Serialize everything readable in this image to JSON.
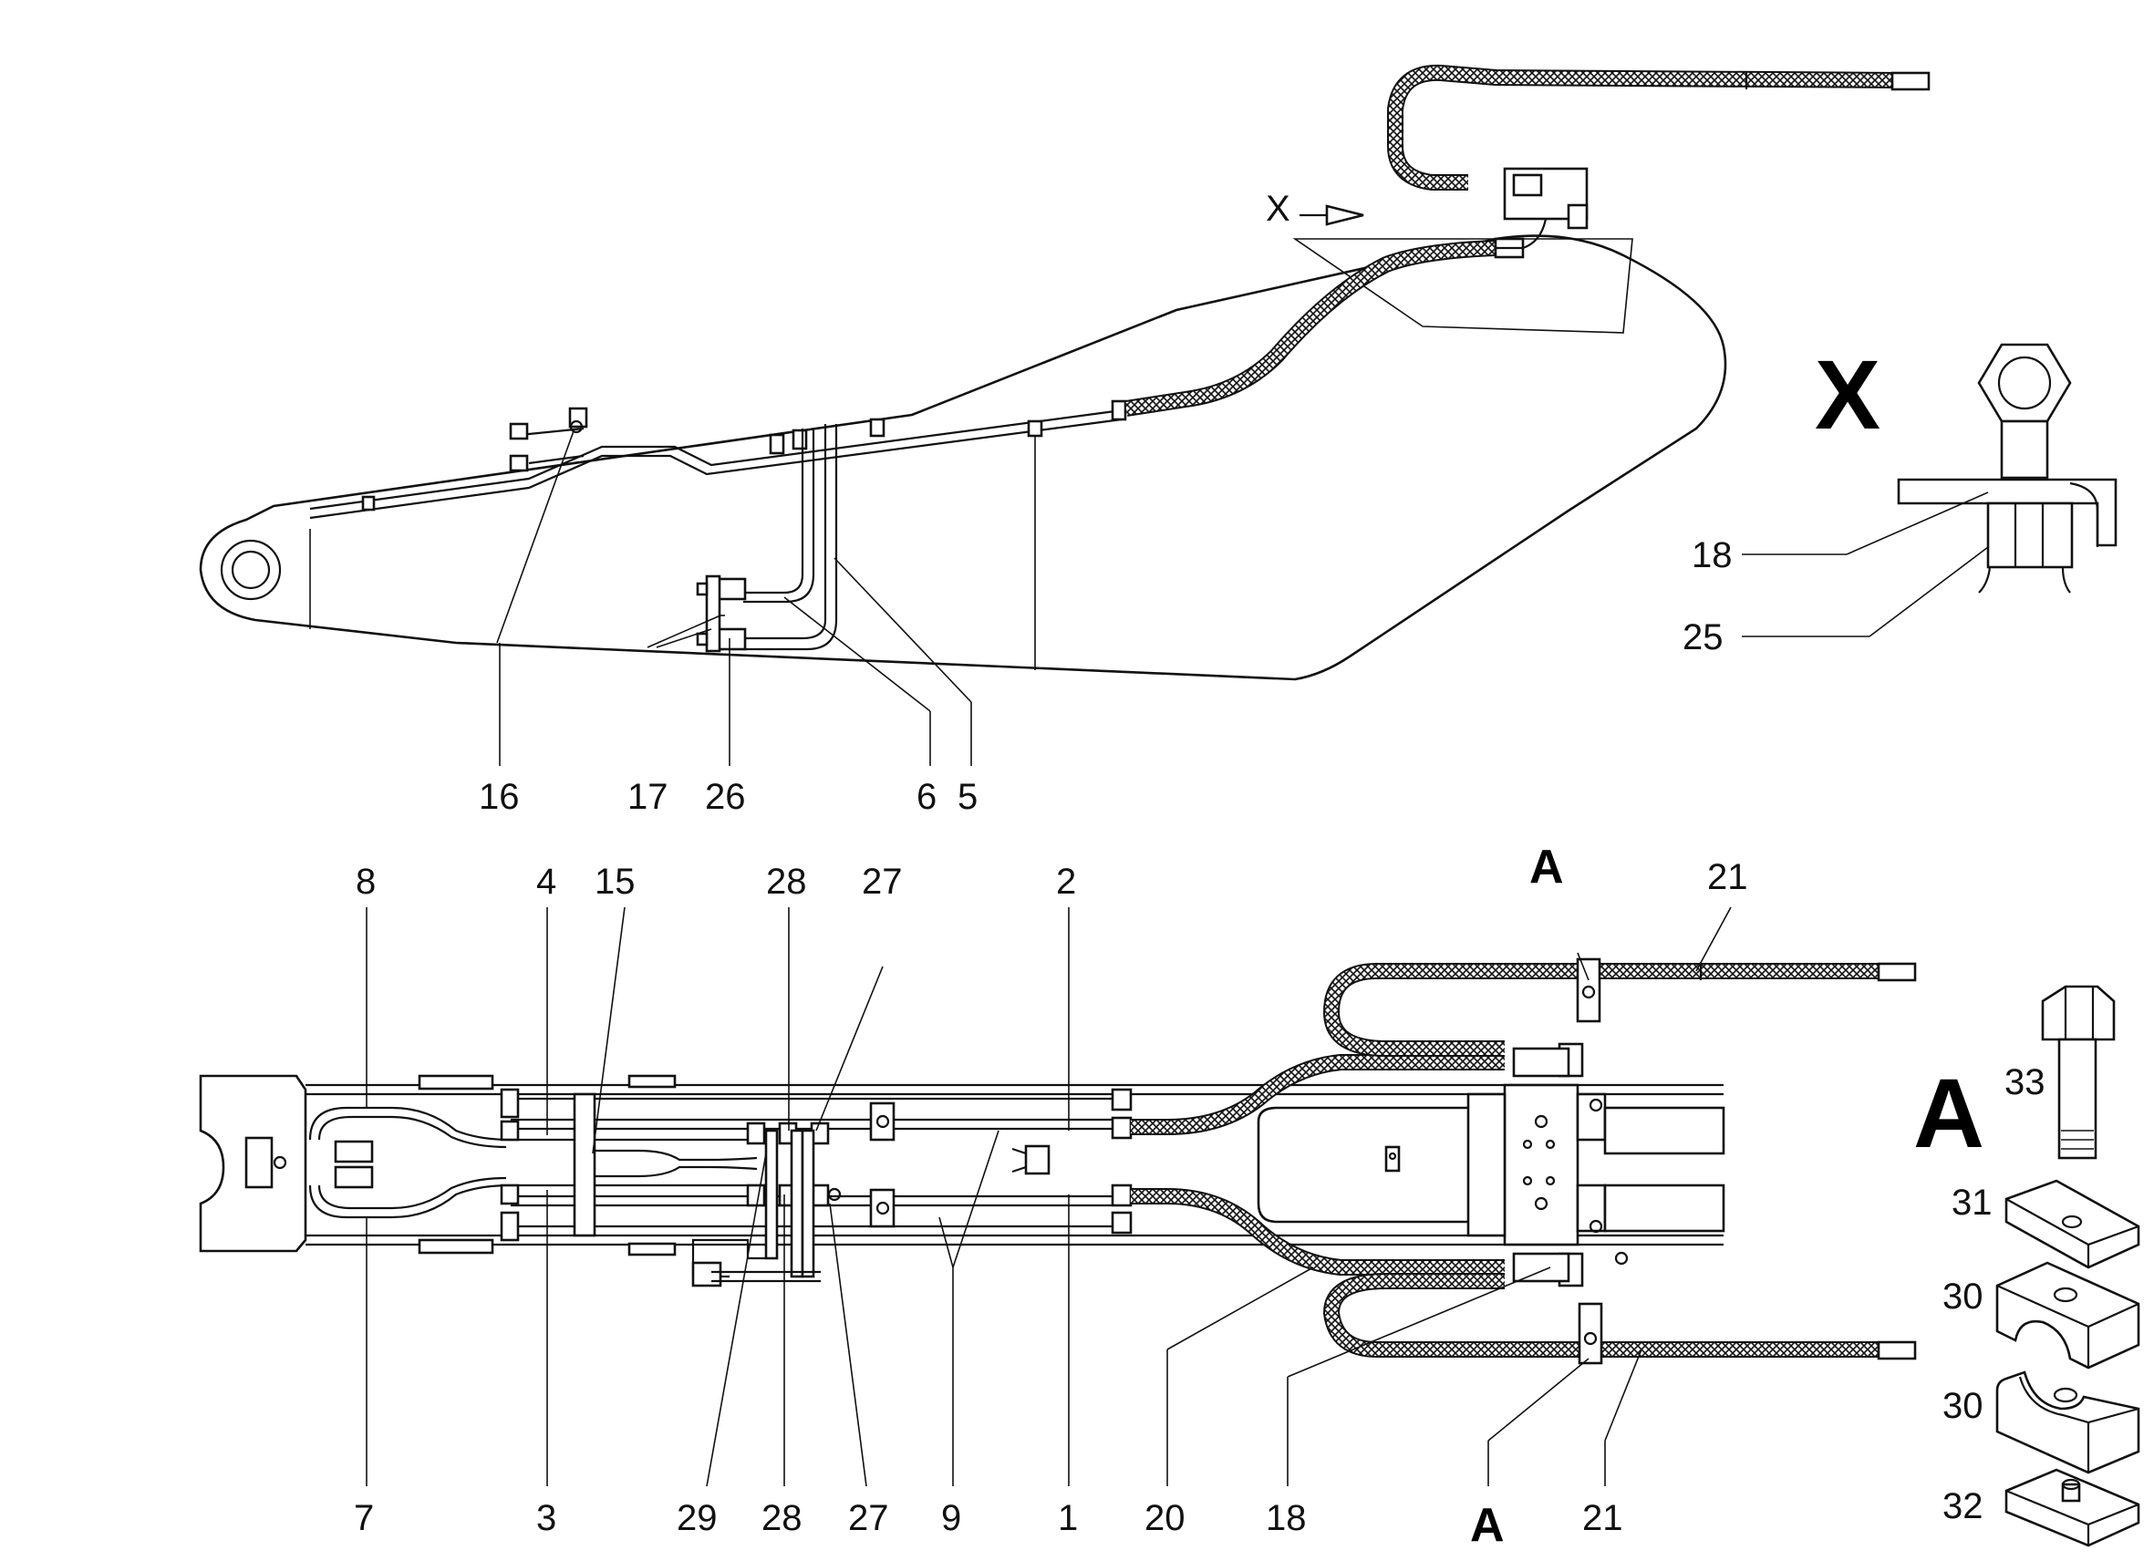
{
  "view_top": {
    "callouts": [
      "16",
      "17",
      "26",
      "6",
      "5"
    ],
    "view_marker": "X"
  },
  "detail_x": {
    "title": "X",
    "callouts": [
      "18",
      "25"
    ]
  },
  "view_bottom": {
    "top_callouts": [
      "8",
      "4",
      "15",
      "28",
      "27",
      "2",
      "A",
      "21"
    ],
    "bottom_callouts": [
      "7",
      "3",
      "29",
      "28",
      "27",
      "9",
      "1",
      "20",
      "18",
      "A",
      "21"
    ]
  },
  "detail_a": {
    "title": "A",
    "callouts": [
      "33",
      "31",
      "30",
      "30",
      "32"
    ]
  }
}
